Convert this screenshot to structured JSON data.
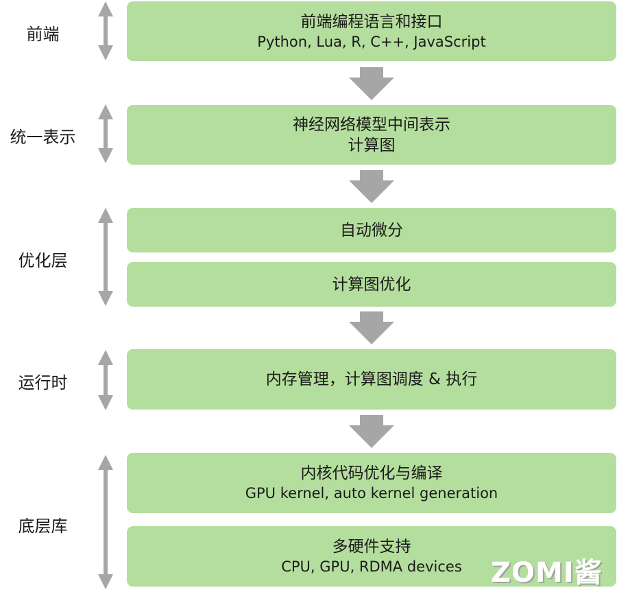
{
  "layers": [
    {
      "label": "前端"
    },
    {
      "label": "统一表示"
    },
    {
      "label": "优化层"
    },
    {
      "label": "运行时"
    },
    {
      "label": "底层库"
    }
  ],
  "boxes": [
    {
      "title": "前端编程语言和接口",
      "subtitle": "Python, Lua, R, C++, JavaScript"
    },
    {
      "title": "神经网络模型中间表示",
      "subtitle": "计算图"
    },
    {
      "title": "自动微分"
    },
    {
      "title": "计算图优化"
    },
    {
      "title": "内存管理，计算图调度 & 执行"
    },
    {
      "title": "内核代码优化与编译",
      "subtitle": "GPU kernel, auto kernel generation"
    },
    {
      "title": "多硬件支持",
      "subtitle": "CPU, GPU, RDMA devices"
    }
  ],
  "colors": {
    "box_fill": "#b4de9d",
    "arrow": "#a6a6a6",
    "text": "#1a1a1a"
  },
  "icons": {
    "down_arrow": "down-arrow-icon",
    "double_arrow": "double-headed-vertical-arrow-icon"
  },
  "watermark": "ZOMI酱"
}
